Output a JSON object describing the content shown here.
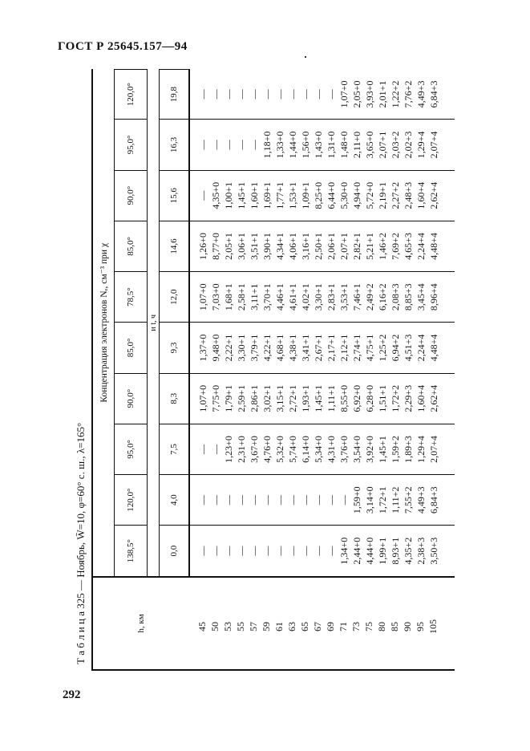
{
  "header": {
    "standard": "ГОСТ Р 25645.157—94"
  },
  "page_number": "292",
  "table": {
    "caption": "Т а б л и ц а 325 — Ноябрь, W̄=10, φ=60° с. ш., λ=165°",
    "super_header": "Концентрация электронов Nₑ, см⁻³ при χ",
    "nl_header": "и t, ч",
    "h_header": "h, км",
    "chi": [
      "138,5°",
      "120,0°",
      "95,0°",
      "90,0°",
      "85,0°",
      "78,5°",
      "85,0°",
      "90,0°",
      "95,0°",
      "120,0°"
    ],
    "t": [
      "0,0",
      "4,0",
      "7,5",
      "8,3",
      "9,3",
      "12,0",
      "14,6",
      "15,6",
      "16,3",
      "19,8"
    ],
    "h": [
      "45",
      "50",
      "53",
      "55",
      "57",
      "59",
      "61",
      "63",
      "65",
      "67",
      "69",
      "71",
      "73",
      "75",
      "80",
      "85",
      "90",
      "95",
      "105"
    ],
    "columns": [
      [
        "—",
        "—",
        "—",
        "—",
        "—",
        "—",
        "—",
        "—",
        "—",
        "—",
        "—",
        "1,34+0",
        "2,44+0",
        "4,44+0",
        "1,99+1",
        "8,93+1",
        "4,35+2",
        "2,38+3",
        "3,50+3"
      ],
      [
        "—",
        "—",
        "—",
        "—",
        "—",
        "—",
        "—",
        "—",
        "—",
        "—",
        "—",
        "—",
        "1,59+0",
        "3,14+0",
        "1,72+1",
        "1,11+2",
        "7,55+2",
        "4,49+3",
        "6,84+3"
      ],
      [
        "—",
        "—",
        "1,23+0",
        "2,31+0",
        "3,67+0",
        "4,76+0",
        "5,32+0",
        "5,74+0",
        "6,14+0",
        "5,34+0",
        "4,31+0",
        "3,76+0",
        "3,54+0",
        "3,92+0",
        "1,45+1",
        "1,59+2",
        "1,89+3",
        "1,29+4",
        "2,07+4"
      ],
      [
        "1,07+0",
        "7,75+0",
        "1,79+1",
        "2,59+1",
        "2,86+1",
        "3,02+1",
        "3,15+1",
        "2,72+1",
        "1,93+1",
        "1,45+1",
        "1,11+1",
        "8,55+0",
        "6,92+0",
        "6,28+0",
        "1,51+1",
        "1,72+2",
        "2,29+3",
        "1,60+4",
        "2,62+4"
      ],
      [
        "1,37+0",
        "9,48+0",
        "2,22+1",
        "3,30+1",
        "3,79+1",
        "4,22+1",
        "4,68+1",
        "4,38+1",
        "3,41+1",
        "2,67+1",
        "2,17+1",
        "2,12+1",
        "2,74+1",
        "4,75+1",
        "1,25+2",
        "6,94+2",
        "4,51+3",
        "2,24+4",
        "4,48+4"
      ],
      [
        "1,07+0",
        "7,03+0",
        "1,68+1",
        "2,58+1",
        "3,11+1",
        "3,70+1",
        "4,46+1",
        "4,61+1",
        "4,02+1",
        "3,30+1",
        "2,83+1",
        "3,53+1",
        "7,46+1",
        "2,49+2",
        "6,16+2",
        "2,08+3",
        "8,85+3",
        "3,45+4",
        "8,96+4"
      ],
      [
        "1,26+0",
        "8,77+0",
        "2,05+1",
        "3,06+1",
        "3,51+1",
        "3,90+1",
        "4,34+1",
        "4,06+1",
        "3,16+1",
        "2,50+1",
        "2,06+1",
        "2,07+1",
        "2,82+1",
        "5,21+1",
        "1,46+2",
        "7,69+2",
        "4,65+3",
        "2,24+4",
        "4,48+4"
      ],
      [
        "—",
        "4,35+0",
        "1,00+1",
        "1,45+1",
        "1,60+1",
        "1,69+1",
        "1,77+1",
        "1,53+1",
        "1,09+1",
        "8,25+0",
        "6,44+0",
        "5,30+0",
        "4,94+0",
        "5,72+0",
        "2,19+1",
        "2,27+2",
        "2,48+3",
        "1,60+4",
        "2,62+4"
      ],
      [
        "—",
        "—",
        "—",
        "—",
        "—",
        "1,18+0",
        "1,33+0",
        "1,44+0",
        "1,56+0",
        "1,43+0",
        "1,31+0",
        "1,48+0",
        "2,11+0",
        "3,65+0",
        "2,07+1",
        "2,03+2",
        "2,02+3",
        "1,29+4",
        "2,07+4"
      ],
      [
        "—",
        "—",
        "—",
        "—",
        "—",
        "—",
        "—",
        "—",
        "—",
        "—",
        "—",
        "1,07+0",
        "2,05+0",
        "3,93+0",
        "2,01+1",
        "1,22+2",
        "7,76+2",
        "4,49+3",
        "6,84+3"
      ]
    ]
  }
}
